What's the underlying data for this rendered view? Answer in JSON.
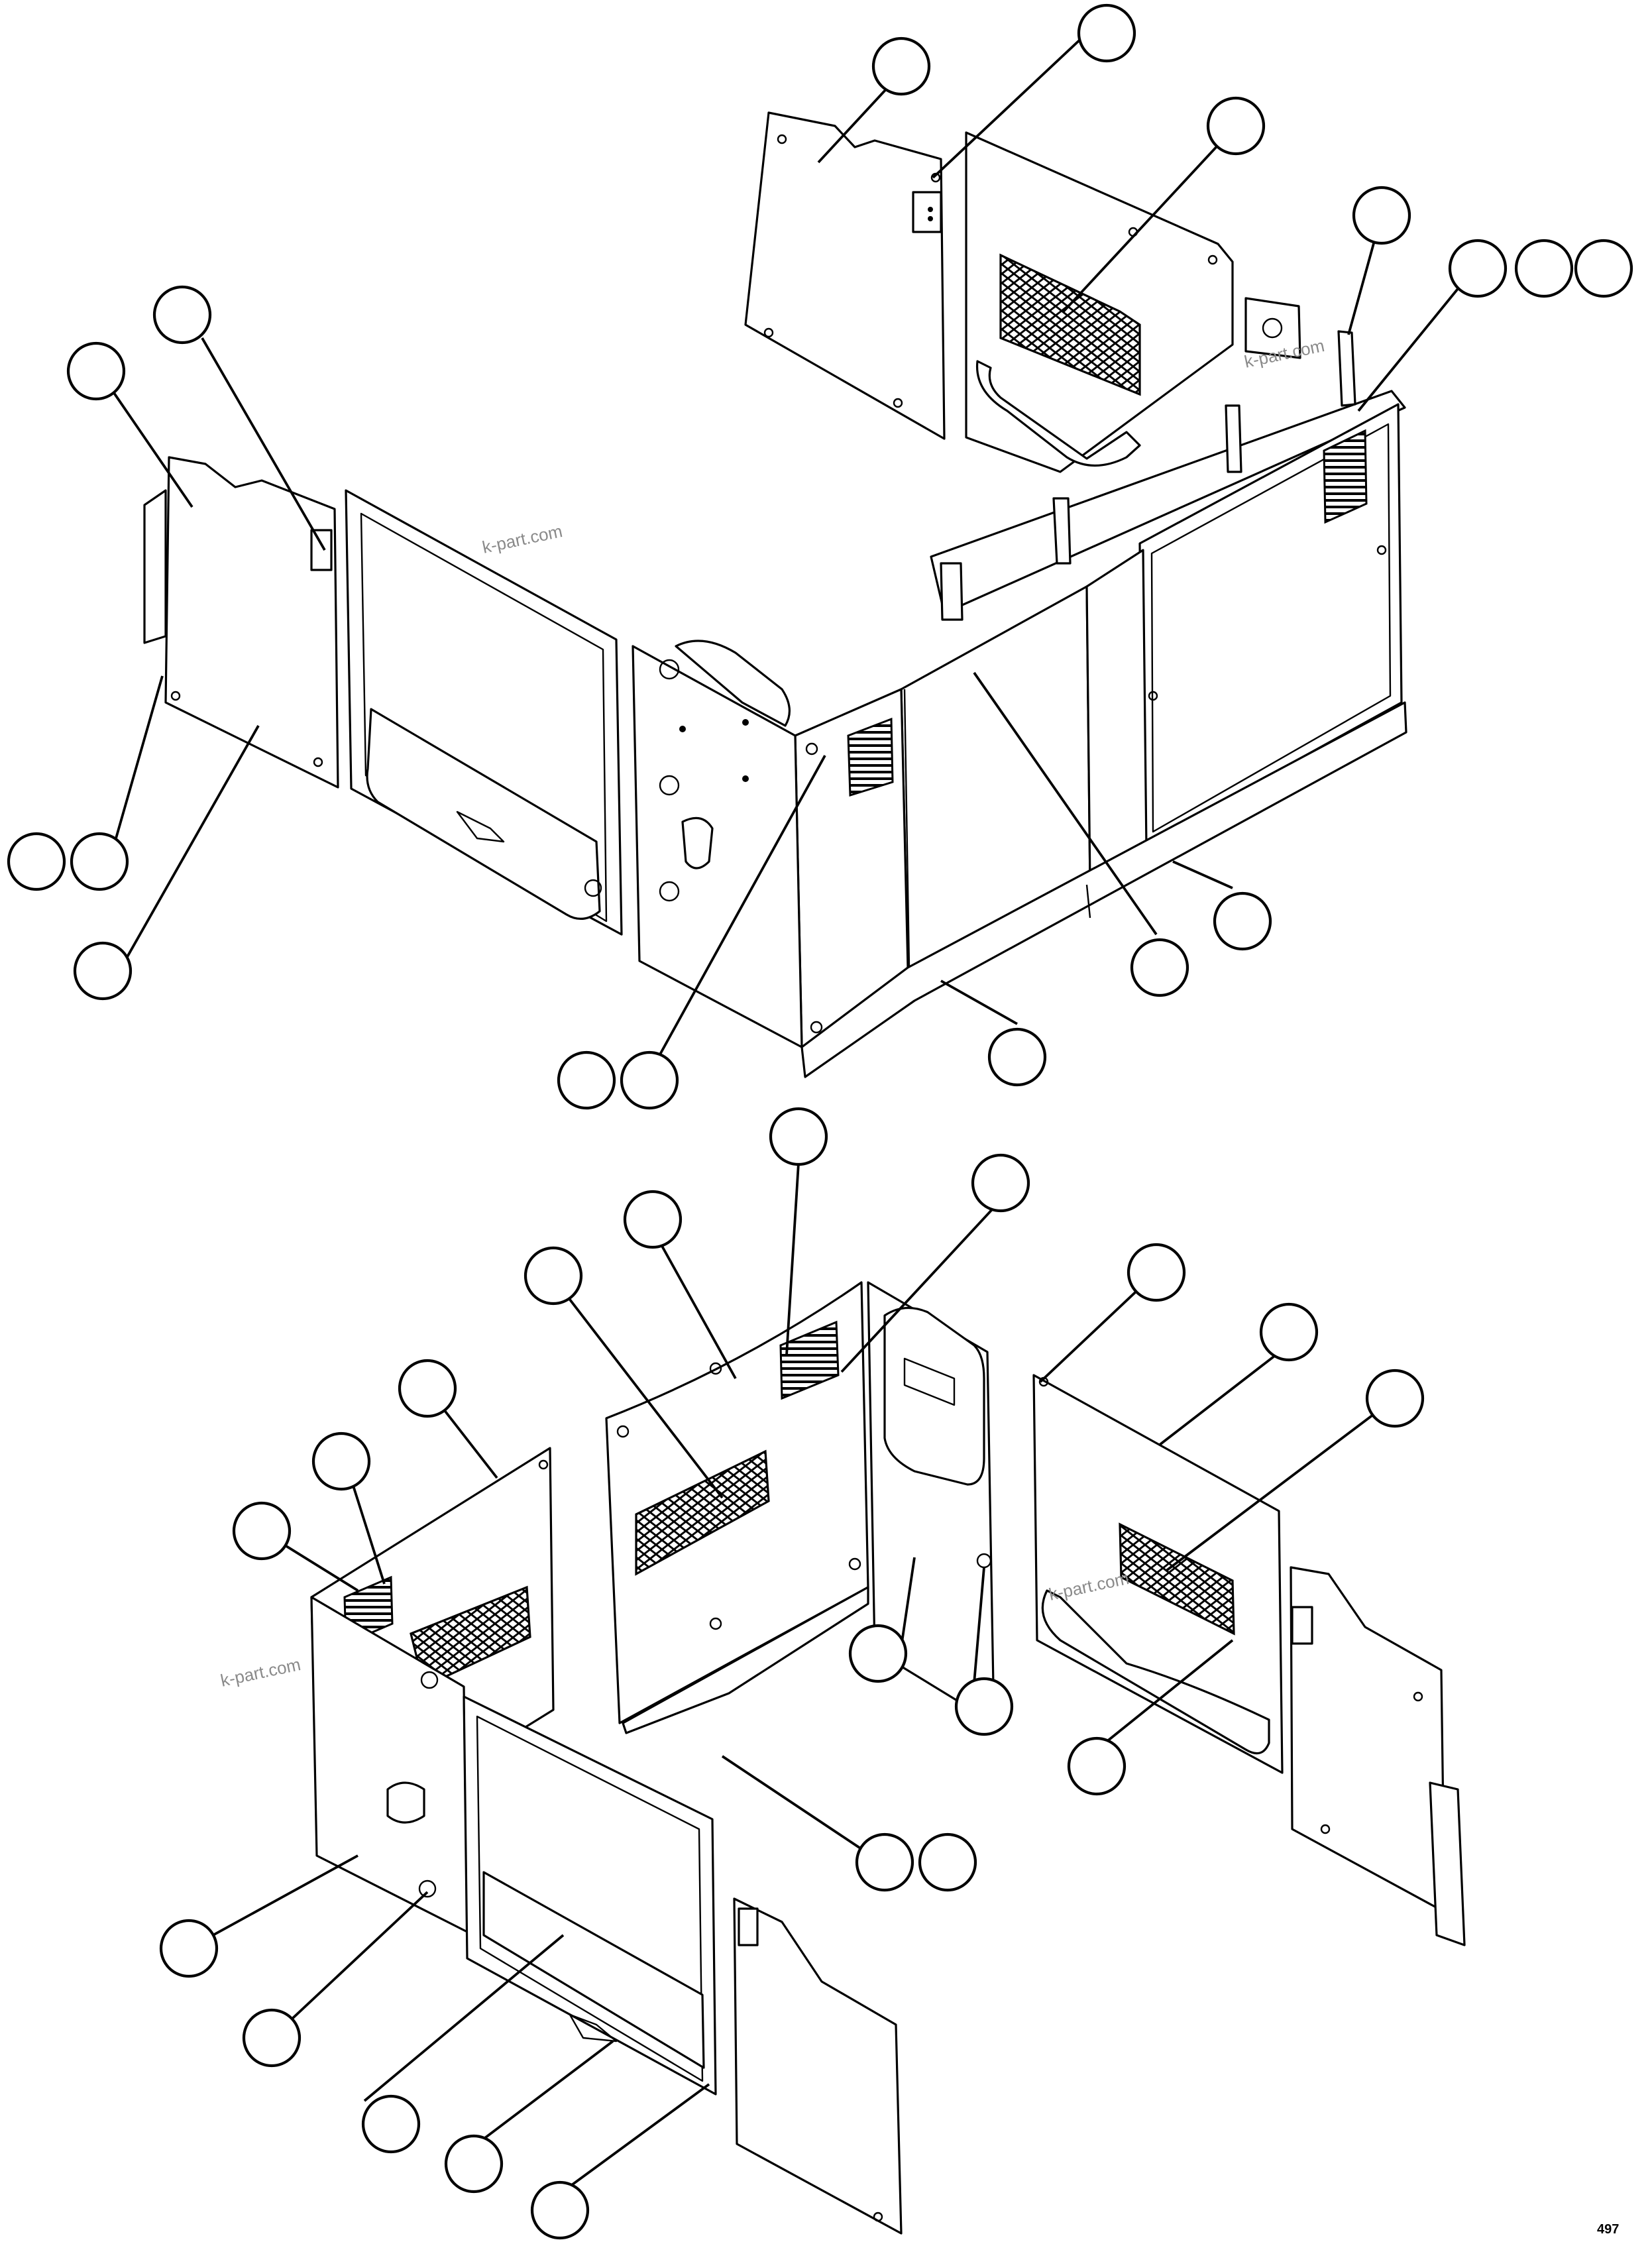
{
  "watermarks": [
    "k-part.com",
    "k-part.com",
    "k-part.com",
    "k-part.com"
  ],
  "corner_tag": "497",
  "callout_count": 37
}
